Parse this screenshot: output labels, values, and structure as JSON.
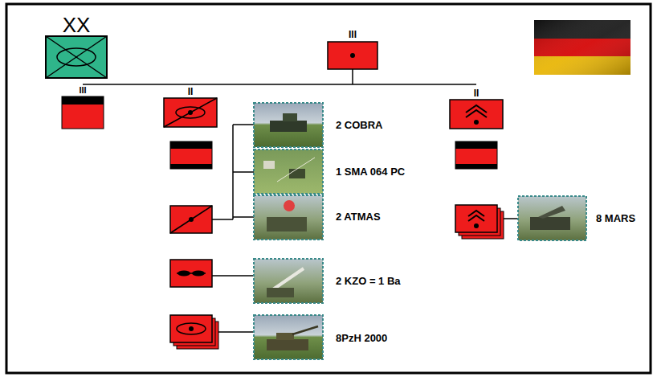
{
  "diagram": {
    "labels": [
      "XX",
      "III",
      "III",
      "II",
      "II",
      "2 COBRA",
      "1 SMA 064 PC",
      "2 ATMAS",
      "8 MARS",
      "2 KZO = 1 Ba",
      "8PzH 2000"
    ]
  }
}
